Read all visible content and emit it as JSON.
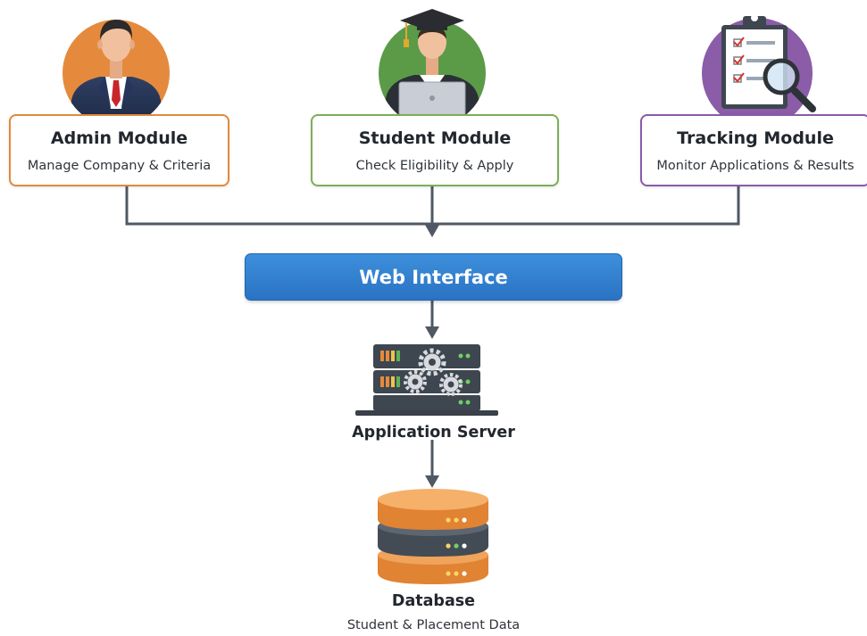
{
  "modules": [
    {
      "title": "Admin Module",
      "subtitle": "Manage Company & Criteria",
      "icon": "businessman-icon",
      "color": "#e08a3d"
    },
    {
      "title": "Student Module",
      "subtitle": "Check Eligibility & Apply",
      "icon": "graduate-student-laptop-icon",
      "color": "#7cae5a"
    },
    {
      "title": "Tracking Module",
      "subtitle": "Monitor Applications & Results",
      "icon": "clipboard-magnifier-icon",
      "color": "#8a5aa8"
    }
  ],
  "web_interface": {
    "label": "Web Interface",
    "color": "#2a73c3"
  },
  "server": {
    "label": "Application Server",
    "icon": "server-gears-icon"
  },
  "database": {
    "label": "Database",
    "subtitle": "Student & Placement Data",
    "icon": "database-icon",
    "color": "#e8893a"
  },
  "connector_color": "#4f5863"
}
